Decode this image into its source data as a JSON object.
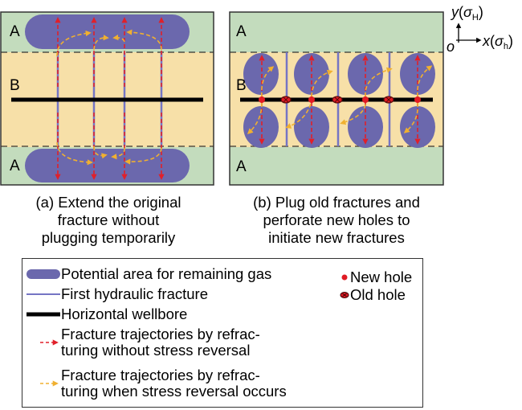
{
  "panels": {
    "a": {
      "zone_top": "A",
      "zone_mid": "B",
      "zone_bottom": "A",
      "caption": [
        "(a) Extend the original",
        "fracture without",
        "plugging temporarily"
      ],
      "fracture_count": 4
    },
    "b": {
      "zone_top": "A",
      "zone_mid": "B",
      "zone_bottom": "A",
      "caption": [
        "(b) Plug old fractures and",
        "perforate new holes to",
        "initiate new fractures"
      ],
      "new_hole_count": 4,
      "old_hole_count": 3
    }
  },
  "axes": {
    "y_label": "y",
    "y_sub": "H",
    "x_label": "x",
    "x_sub": "h",
    "origin": "o",
    "sigma": "σ"
  },
  "legend": {
    "items": [
      {
        "icon": "remaining-gas-area-swatch",
        "label": "Potential area for remaining gas"
      },
      {
        "icon": "first-fracture-line",
        "label": "First hydraulic fracture"
      },
      {
        "icon": "wellbore-line",
        "label": "Horizontal wellbore"
      },
      {
        "icon": "red-dashed-arrow",
        "label": "Fracture trajectories by refrac-\nturing without stress reversal"
      },
      {
        "icon": "yellow-dashed-arrow",
        "label": "Fracture trajectories by refrac-\nturing when stress reversal occurs"
      },
      {
        "icon": "new-hole-dot",
        "label": "New hole"
      },
      {
        "icon": "old-hole-marker",
        "label": "Old hole"
      }
    ]
  },
  "colors": {
    "zone_a": "#c3dcbd",
    "zone_b": "#f7e0a8",
    "gas": "#6b68ad",
    "fracture": "#7575c4",
    "wellbore": "#000000",
    "red_arrow": "#e0202a",
    "yellow_arrow": "#f0b030",
    "new_hole": "#e01b24",
    "old_hole": "#5a0a0a"
  }
}
